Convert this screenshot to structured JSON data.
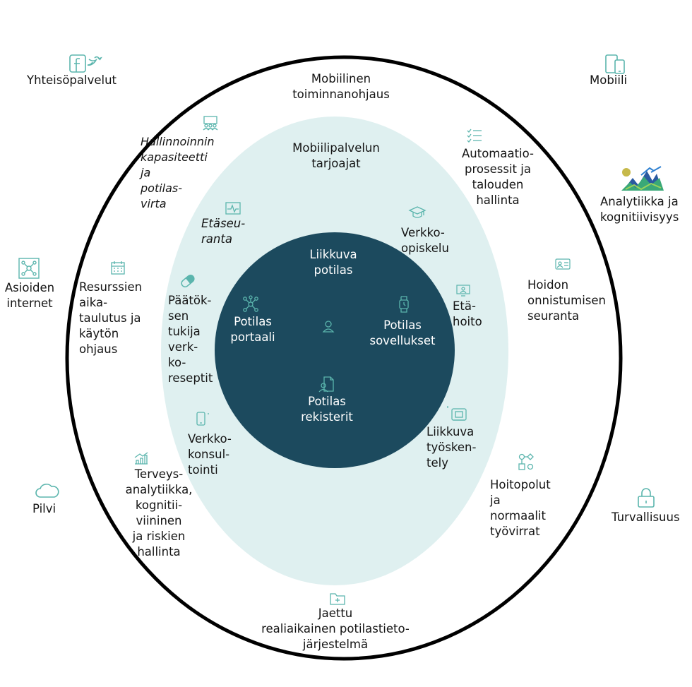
{
  "colors": {
    "outer_ring": "#000000",
    "middle_ellipse": "#dff0f0",
    "inner_circle": "#1c4a5e",
    "icon_teal": "#5bb5ad",
    "text_dark": "#141414",
    "text_light": "#ffffff"
  },
  "outer": {
    "social": "Yhteisöpalvelut",
    "mobile": "Mobiili",
    "analytics": "Analytiikka ja\nkognitiivisyys",
    "iot": "Asioiden\ninternet",
    "cloud": "Pilvi",
    "security": "Turvallisuus"
  },
  "ring": {
    "mobile_management": "Mobiilinen\ntoiminnanohjaus",
    "capacity": "Hallinnoinnin\nkapasiteetti\nja\npotilas-\nvirta",
    "automation": "Automaatio-\nprosessit ja\ntalouden\nhallinta",
    "care_tracking": "Hoidon\nonnistumisen\nseuranta",
    "resources": "Resurssien\naika-\ntaulutus ja\nkäytön\nohjaus",
    "care_paths": "Hoitopolut\nja\nnormaalit\ntyövirrat",
    "health_analytics": "Terveys-\nanalytiikka,\nkognitii-\nviininen\nja riskien\nhallinta",
    "shared_system": "Jaettu\nrealiaikainen potilastieto-\njärjestelmä"
  },
  "middle": {
    "provider": "Mobiilipalvelun\ntarjoajat",
    "remote_monitoring": "Etäseu-\nranta",
    "online_learning": "Verkko-\nopiskelu",
    "decision_support": "Päätök-\nsen\ntukija\nverk-\nko-\nreseptit",
    "telecare": "Etä-\nhoito",
    "consultation": "Verkko-\nkonsul-\ntointi",
    "mobile_work": "Liikkuva\ntyösken-\ntely"
  },
  "inner": {
    "mobile_patient": "Liikkuva\npotilas",
    "portal": "Potilas\nportaali",
    "apps": "Potilas\nsovellukset",
    "records": "Potilas\nrekisterit"
  },
  "icons": [
    "social-media-icon",
    "mobile-devices-icon",
    "analytics-image-icon",
    "iot-network-icon",
    "cloud-icon",
    "lock-icon",
    "capacity-people-icon",
    "checklist-icon",
    "id-card-icon",
    "calendar-icon",
    "workflow-icon",
    "growth-chart-icon",
    "folder-plus-icon",
    "heartbeat-monitor-icon",
    "graduation-cap-icon",
    "pill-icon",
    "telecare-screen-icon",
    "smartphone-icon",
    "mobile-work-icon",
    "network-hub-icon",
    "smartwatch-icon",
    "person-icon",
    "document-person-icon"
  ]
}
